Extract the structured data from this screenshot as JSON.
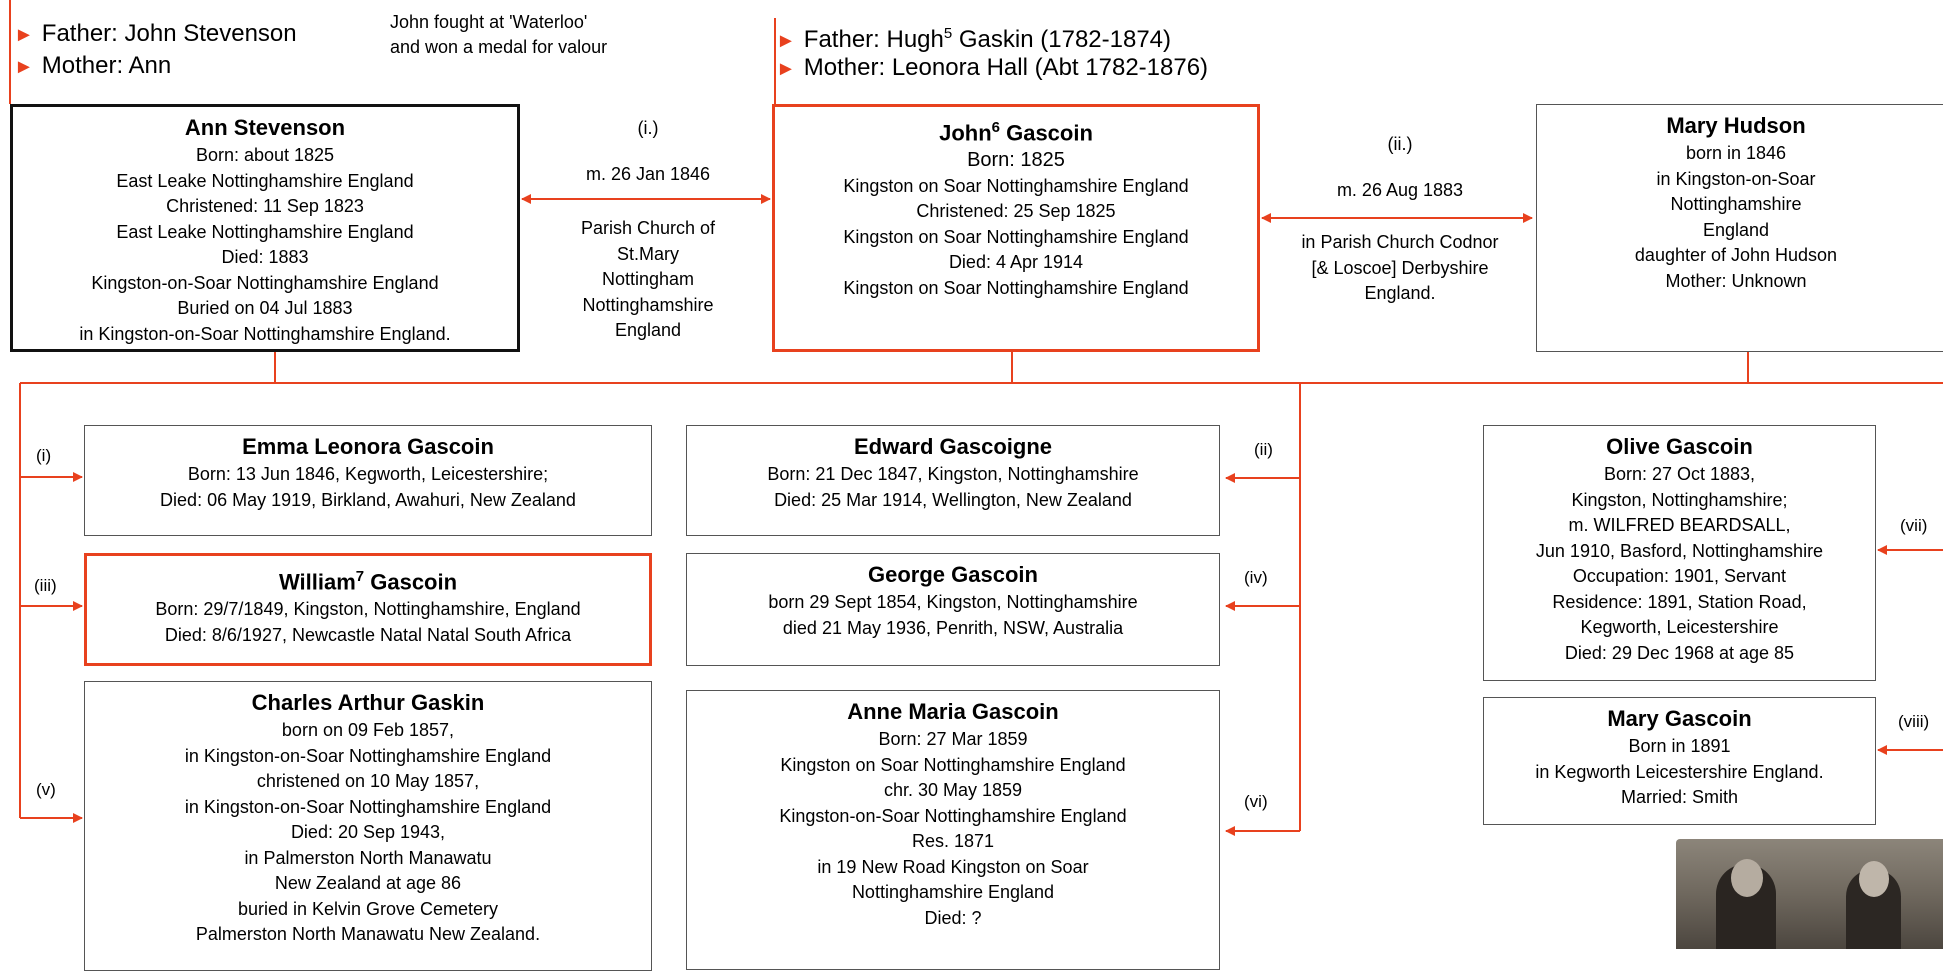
{
  "left_parents": {
    "father": "Father: John Stevenson",
    "mother": "Mother: Ann"
  },
  "waterloo_note": [
    "John fought at 'Waterloo'",
    "and won a medal for valour"
  ],
  "center_parents": {
    "father_pre": "Father: Hugh",
    "father_sup": "5",
    "father_post": " Gaskin (1782-1874)",
    "mother": "Mother: Leonora Hall (Abt 1782-1876)"
  },
  "ann": {
    "name": "Ann Stevenson",
    "lines": [
      "Born: about 1825",
      "East Leake Nottinghamshire England",
      "Christened: 11 Sep 1823",
      "East Leake Nottinghamshire England",
      "Died: 1883",
      "Kingston-on-Soar Nottinghamshire England",
      "Buried on 04 Jul 1883",
      "in Kingston-on-Soar Nottinghamshire England."
    ]
  },
  "marriage1": {
    "num": "(i.)",
    "date": "m. 26 Jan 1846",
    "place": [
      "Parish Church of",
      "St.Mary",
      "Nottingham",
      "Nottinghamshire",
      "England"
    ]
  },
  "john": {
    "name_pre": "John",
    "name_sup": "6",
    "name_post": " Gascoin",
    "lines": [
      "Born: 1825",
      "Kingston on Soar Nottinghamshire England",
      "Christened: 25 Sep 1825",
      "Kingston on Soar Nottinghamshire England",
      "Died: 4 Apr 1914",
      "Kingston on Soar Nottinghamshire England"
    ]
  },
  "marriage2": {
    "num": "(ii.)",
    "date": "m. 26 Aug 1883",
    "place": [
      "in Parish Church Codnor",
      "[& Loscoe] Derbyshire",
      "England."
    ]
  },
  "mary_hudson": {
    "name": "Mary Hudson",
    "lines": [
      "born in 1846",
      "in Kingston-on-Soar",
      "Nottinghamshire",
      "England",
      "daughter of John Hudson",
      "Mother: Unknown"
    ]
  },
  "children": {
    "emma": {
      "label": "(i)",
      "name": "Emma Leonora Gascoin",
      "lines": [
        "Born: 13 Jun 1846, Kegworth, Leicestershire;",
        "Died: 06 May 1919, Birkland, Awahuri, New Zealand"
      ]
    },
    "william": {
      "label": "(iii)",
      "name_pre": "William",
      "name_sup": "7",
      "name_post": " Gascoin",
      "lines": [
        "Born: 29/7/1849, Kingston, Nottinghamshire, England",
        "Died: 8/6/1927, Newcastle Natal Natal South Africa"
      ]
    },
    "charles": {
      "label": "(v)",
      "name": "Charles Arthur Gaskin",
      "lines": [
        "born on 09 Feb 1857,",
        "in Kingston-on-Soar Nottinghamshire England",
        "christened on 10 May 1857,",
        "in Kingston-on-Soar Nottinghamshire England",
        "Died: 20 Sep 1943,",
        "in Palmerston North Manawatu",
        "New Zealand at age 86",
        "buried in Kelvin Grove Cemetery",
        "Palmerston North Manawatu New Zealand."
      ]
    },
    "edward": {
      "label": "(ii)",
      "name": "Edward Gascoigne",
      "lines": [
        "Born: 21 Dec 1847, Kingston, Nottinghamshire",
        "Died: 25 Mar 1914, Wellington, New Zealand"
      ]
    },
    "george": {
      "label": "(iv)",
      "name": "George Gascoin",
      "lines": [
        "born 29 Sept 1854, Kingston, Nottinghamshire",
        "died 21 May 1936, Penrith, NSW, Australia"
      ]
    },
    "anne": {
      "label": "(vi)",
      "name": "Anne Maria Gascoin",
      "lines": [
        "Born: 27 Mar 1859",
        "Kingston on Soar Nottinghamshire England",
        "chr. 30 May 1859",
        "Kingston-on-Soar Nottinghamshire England",
        "Res. 1871",
        "in 19 New Road Kingston on Soar",
        "Nottinghamshire England",
        "Died: ?"
      ]
    },
    "olive": {
      "label": "(vii)",
      "name": "Olive Gascoin",
      "lines": [
        "Born: 27 Oct 1883,",
        "Kingston, Nottinghamshire;",
        "m. WILFRED BEARDSALL,",
        "Jun 1910, Basford, Nottinghamshire",
        "Occupation: 1901, Servant",
        "Residence: 1891, Station Road,",
        "Kegworth, Leicestershire",
        "Died: 29 Dec 1968 at age 85"
      ]
    },
    "mary": {
      "label": "(viii)",
      "name": "Mary Gascoin",
      "lines": [
        "Born in 1891",
        "in Kegworth Leicestershire England.",
        "Married: Smith"
      ]
    }
  },
  "colors": {
    "line": "#e8411e",
    "box_border": "#555555",
    "highlight_border": "#e8411e"
  }
}
